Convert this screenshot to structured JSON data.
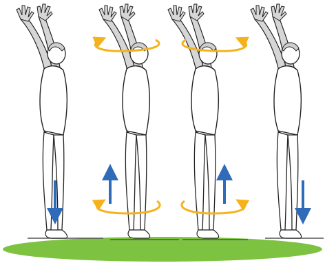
{
  "colors": {
    "background": "#fbeaf0",
    "panel": "#ffffff",
    "ground": "#7dc341",
    "floor_line": "#555555",
    "arm_fill": "#d6d6d6",
    "body_fill": "#ffffff",
    "outline": "#222222",
    "rotation_arrow": "#f6b21a",
    "vertical_arrow": "#2f6bb8"
  },
  "figures": [
    {
      "id": "figure-1",
      "pose": "standing",
      "rotation_arrows": [],
      "vertical_arrow": "down"
    },
    {
      "id": "figure-2",
      "pose": "relevé",
      "rotation_arrows": [
        "upper-left",
        "lower-left"
      ],
      "vertical_arrow": "up"
    },
    {
      "id": "figure-3",
      "pose": "relevé",
      "rotation_arrows": [
        "upper-right",
        "lower-right"
      ],
      "vertical_arrow": "up"
    },
    {
      "id": "figure-4",
      "pose": "standing",
      "rotation_arrows": [],
      "vertical_arrow": "down"
    }
  ],
  "icons": {
    "rotation": "circular-rotation-arrow-icon",
    "vertical": "vertical-arrow-icon"
  }
}
